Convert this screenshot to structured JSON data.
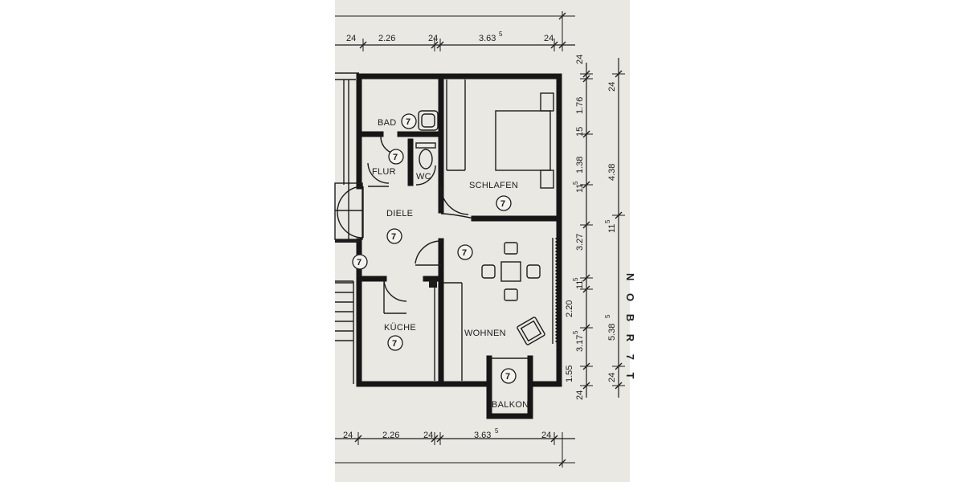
{
  "rooms": {
    "bad": "BAD",
    "flur": "FLUR",
    "wc": "WC",
    "schlafen": "SCHLAFEN",
    "diele": "DIELE",
    "kueche": "KÜCHE",
    "wohnen": "WOHNEN",
    "balkon": "BALKON"
  },
  "markers": {
    "room_number": "7"
  },
  "dimensions": {
    "top": [
      "24",
      "2.26",
      "24",
      "3.63",
      "5",
      "24"
    ],
    "bottom": [
      "24",
      "2.26",
      "24",
      "3.63",
      "5",
      "24"
    ],
    "right_inner": [
      "24",
      "1.76",
      "15",
      "1.38",
      "11",
      "5",
      "3.27",
      "11",
      "5",
      "2.20",
      "3.17",
      "5",
      "1.55",
      "24"
    ],
    "right_outer": [
      "24",
      "4.38",
      "11",
      "5",
      "5.38",
      "5",
      "24"
    ]
  },
  "side_text": "N O B R 7 T"
}
